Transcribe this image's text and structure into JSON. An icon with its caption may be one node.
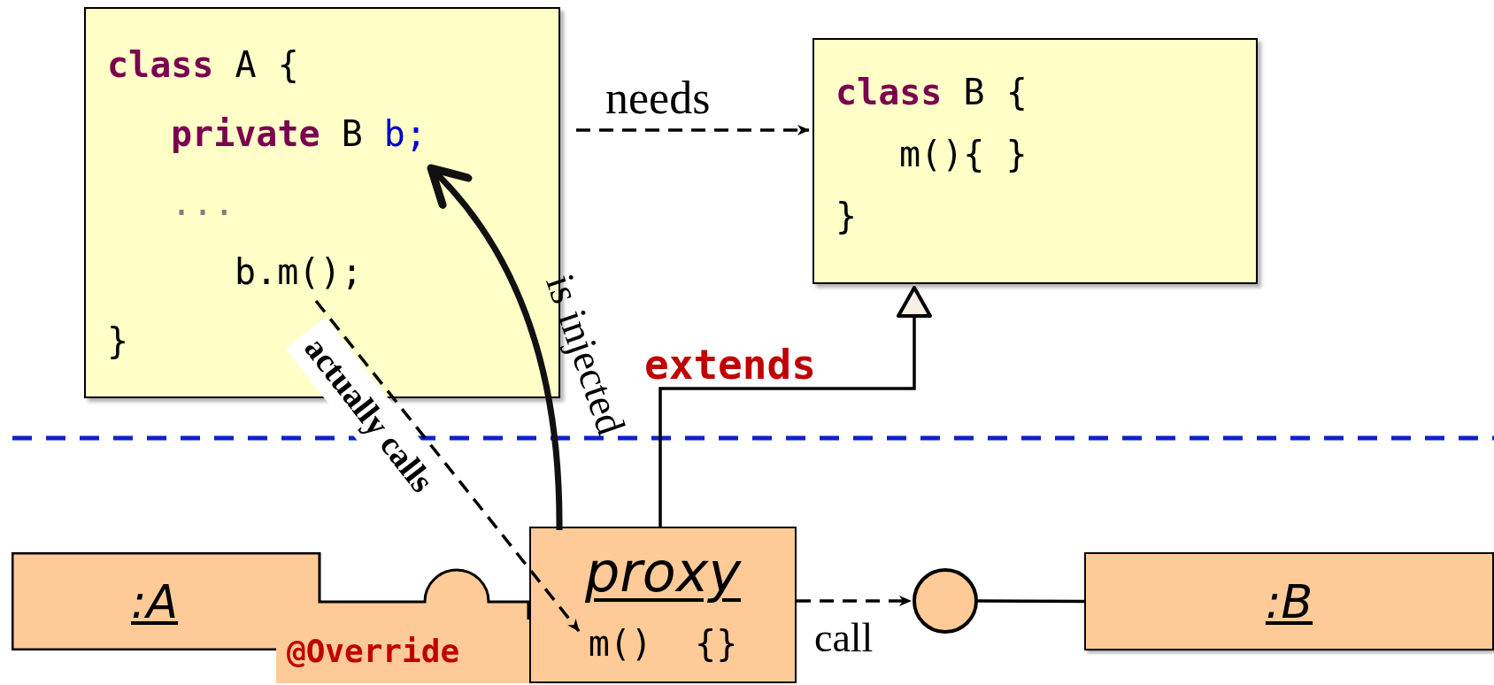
{
  "diagram": {
    "nodes": [
      {
        "text": [
          "class A {",
          "private B b;",
          "...",
          "b.m();",
          "}"
        ]
      },
      {
        "text": [
          "class B {",
          "m(){ }",
          "}"
        ]
      },
      {
        "text": [
          ":A"
        ]
      },
      {
        "text": [
          "@Override"
        ]
      },
      {
        "text": [
          "proxy",
          "m()  {}"
        ]
      },
      {
        "text": [],
        "shape": "circle"
      },
      {
        "text": [
          ":B"
        ]
      }
    ],
    "edges": [
      {
        "from": 0,
        "to": 1,
        "arrow": "to",
        "label": "needs",
        "style": "dashed"
      },
      {
        "from": 4,
        "to": 1,
        "arrow": "to",
        "label": "extends"
      },
      {
        "from": 0,
        "to": 4,
        "arrow": "to",
        "label": "actually calls",
        "style": "dashed"
      },
      {
        "from": 4,
        "to": 0,
        "arrow": "to",
        "label": "is injected",
        "style": "thick"
      },
      {
        "from": 4,
        "to": 5,
        "arrow": "to",
        "label": "call",
        "style": "dashed"
      },
      {
        "from": 5,
        "to": 6,
        "arrow": "none"
      }
    ]
  }
}
